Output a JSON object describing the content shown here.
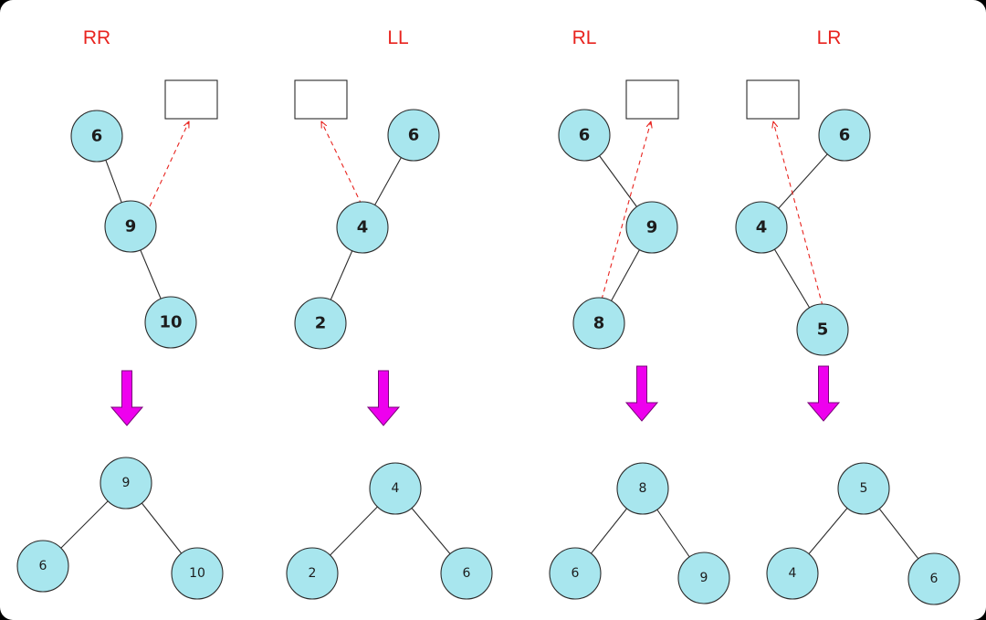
{
  "colors": {
    "node_fill": "#a8e6ee",
    "node_stroke": "#2b2b2b",
    "edge": "#2b2b2b",
    "dashed": "#e8231e",
    "arrow": "#ee00ee",
    "title": "#e8231e"
  },
  "cases": [
    {
      "title": "RR",
      "before": {
        "nodes": [
          "6",
          "9",
          "10"
        ]
      },
      "after": {
        "root": "9",
        "left": "6",
        "right": "10"
      }
    },
    {
      "title": "LL",
      "before": {
        "nodes": [
          "6",
          "4",
          "2"
        ]
      },
      "after": {
        "root": "4",
        "left": "2",
        "right": "6"
      }
    },
    {
      "title": "RL",
      "before": {
        "nodes": [
          "6",
          "9",
          "8"
        ]
      },
      "after": {
        "root": "8",
        "left": "6",
        "right": "9"
      }
    },
    {
      "title": "LR",
      "before": {
        "nodes": [
          "6",
          "4",
          "5"
        ]
      },
      "after": {
        "root": "5",
        "left": "4",
        "right": "6"
      }
    }
  ]
}
